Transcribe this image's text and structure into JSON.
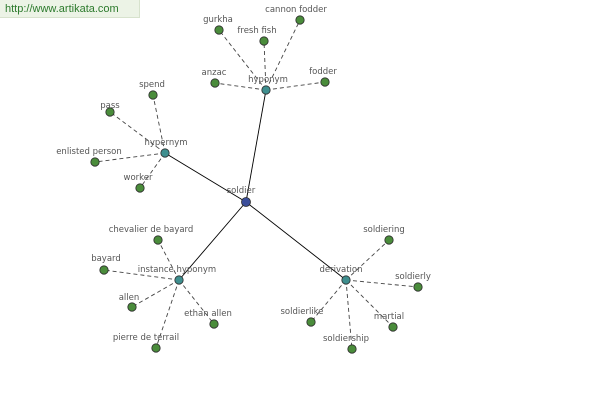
{
  "site": {
    "url_text": "http://www.artikata.com"
  },
  "colors": {
    "root": "#3b4e9a",
    "relation": "#3f8f8f",
    "leaf": "#4a8c3b",
    "node_stroke": "#2b2b2b"
  },
  "graph": {
    "root": {
      "id": "soldier",
      "label": "soldier"
    },
    "relations": [
      {
        "id": "hyponym",
        "label": "hyponym",
        "leaves": [
          "gurkha",
          "fresh fish",
          "cannon fodder",
          "anzac",
          "fodder"
        ]
      },
      {
        "id": "hypernym",
        "label": "hypernym",
        "leaves": [
          "spend",
          "pass",
          "enlisted person",
          "worker"
        ]
      },
      {
        "id": "instance-hyponym",
        "label": "instance hyponym",
        "leaves": [
          "chevalier de bayard",
          "bayard",
          "allen",
          "ethan allen",
          "pierre de terrail"
        ]
      },
      {
        "id": "derivation",
        "label": "derivation",
        "leaves": [
          "soldiering",
          "soldierly",
          "soldierlike",
          "martial",
          "soldiership"
        ]
      }
    ]
  }
}
